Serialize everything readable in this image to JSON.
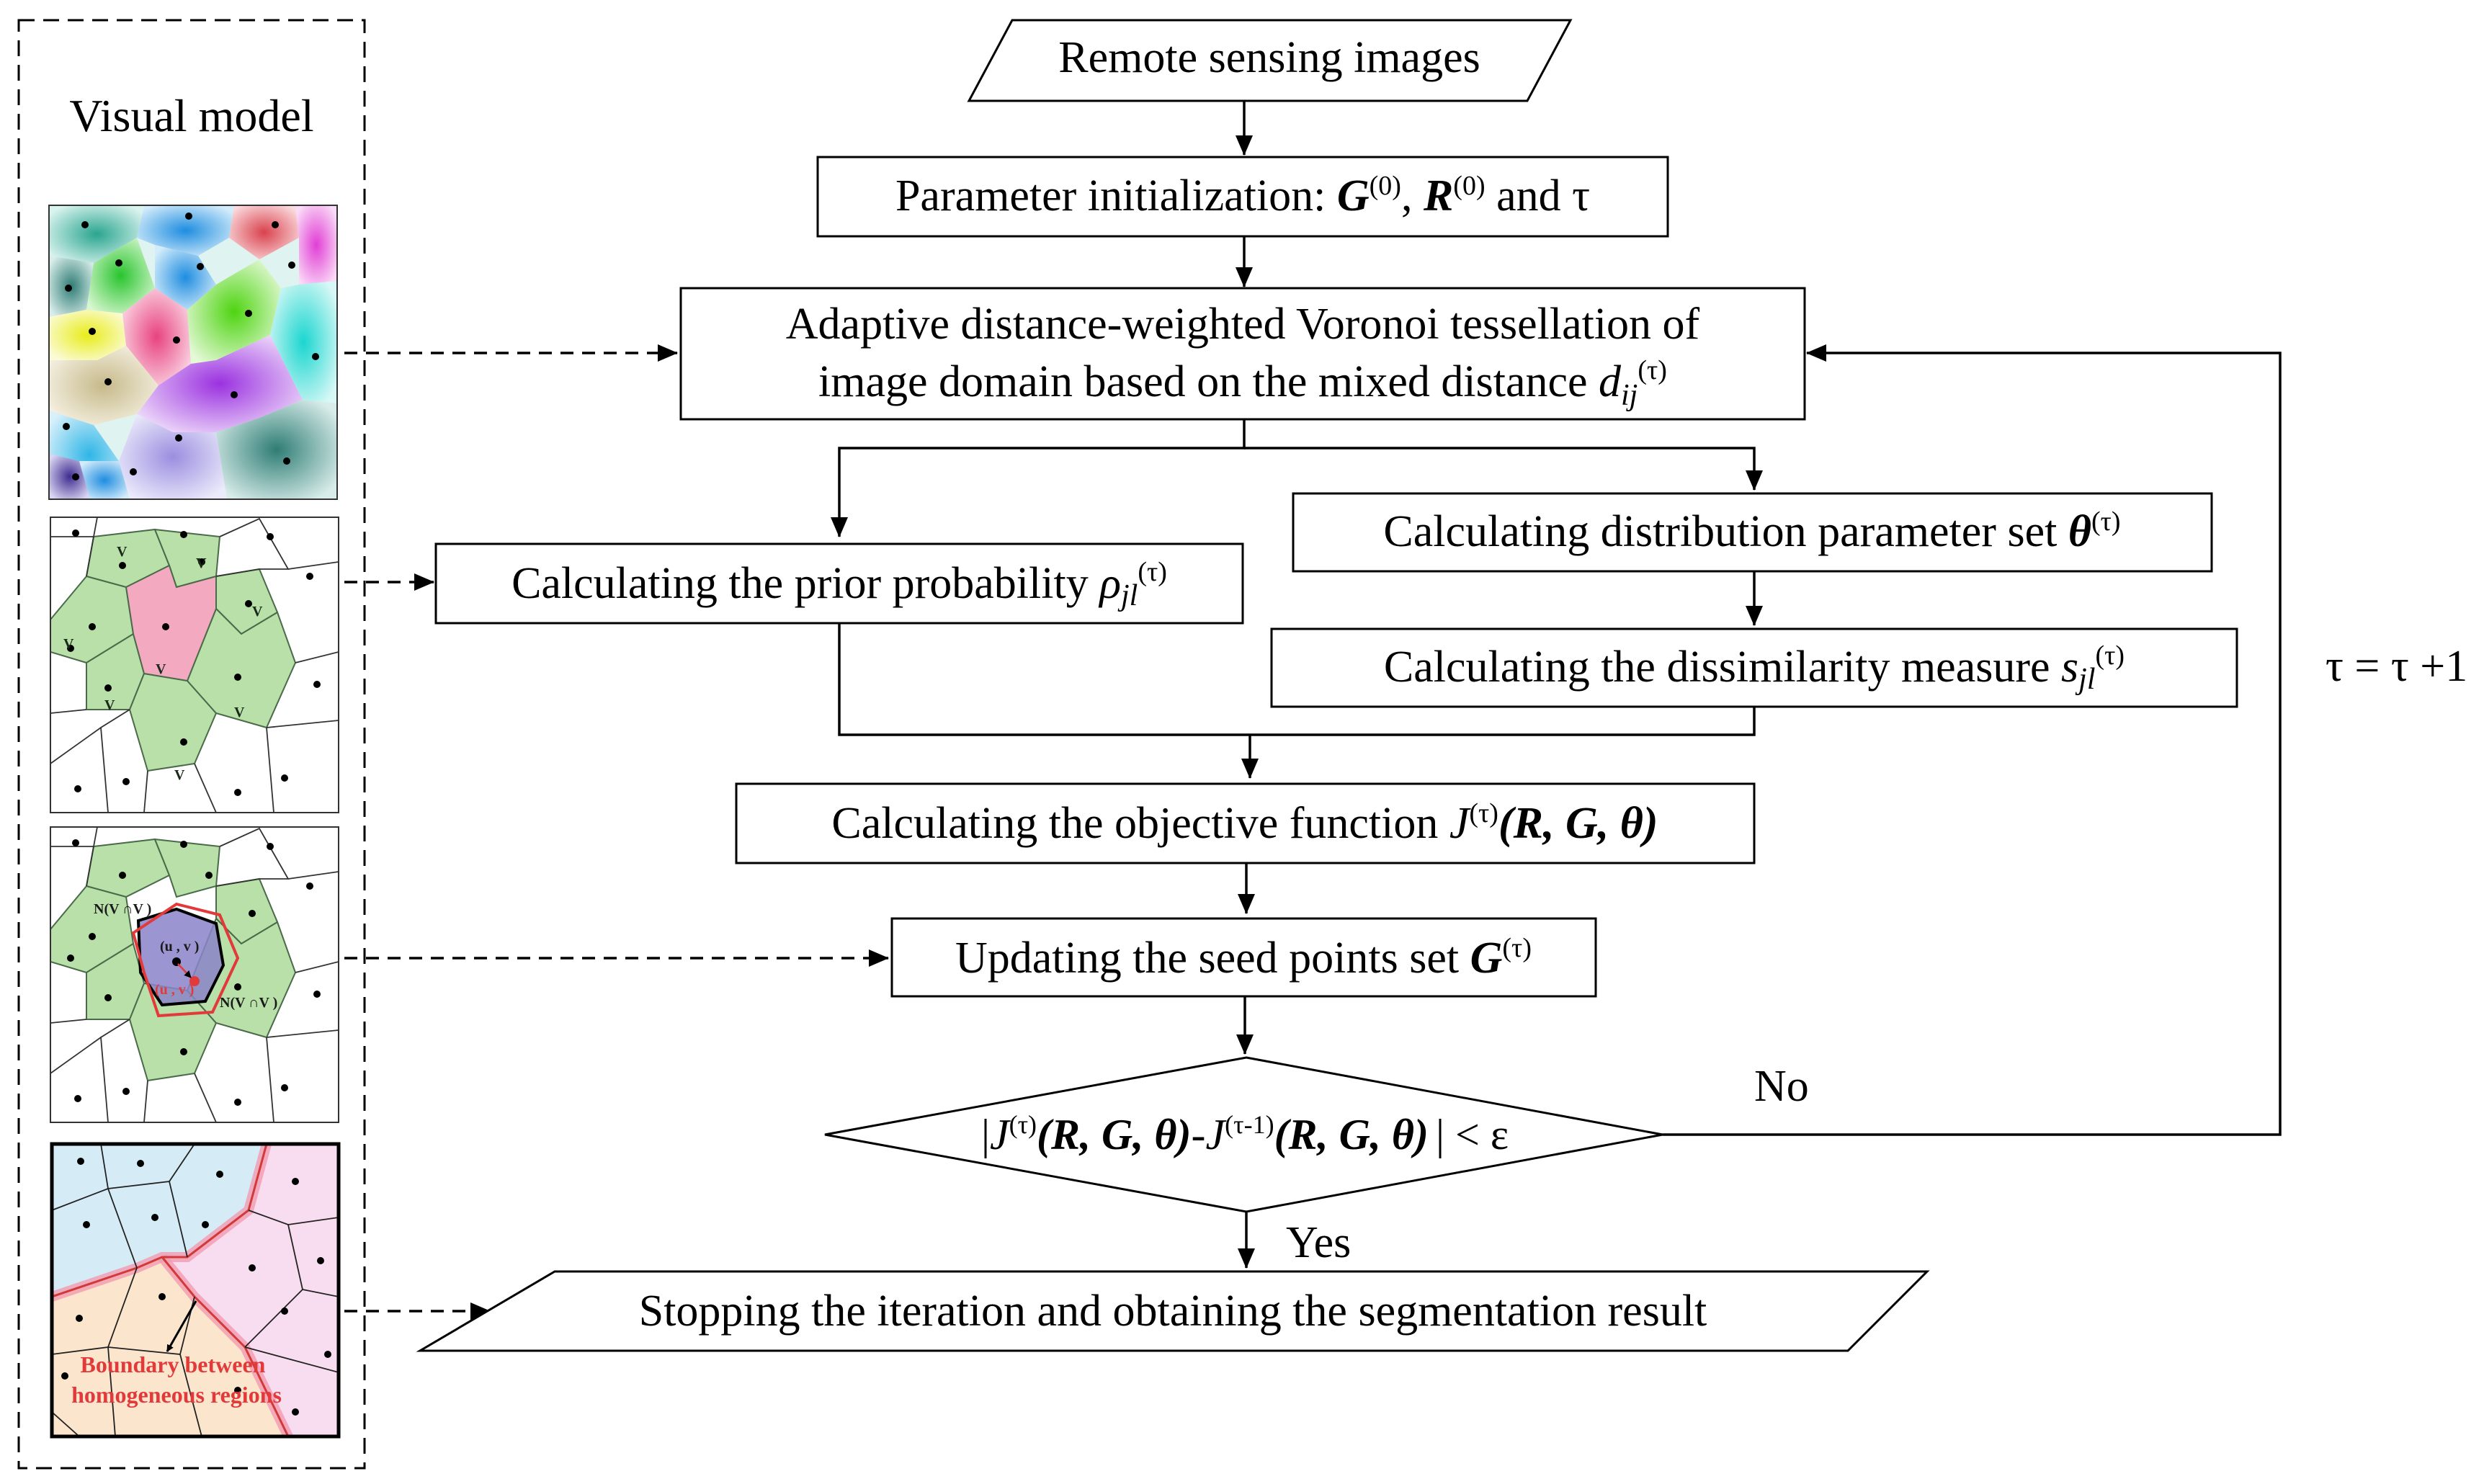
{
  "visual_model": {
    "title": "Visual model",
    "panel2_cells": [
      "V",
      "V",
      "V",
      "V",
      "V",
      "V",
      "V",
      "V"
    ],
    "panel3_labels": {
      "top": "N(V ∩V )",
      "center_black": "(u , v )",
      "center_red": "(u , v )",
      "right": "N(V ∩V )"
    },
    "panel4_note_line1": "Boundary between",
    "panel4_note_line2": "homogeneous regions",
    "colors": {
      "green_region": "#b8e0a8",
      "pink_center": "#f3a9bf",
      "purple_seed": "#a89cd6",
      "red_boundary": "#e23a3a",
      "panel4_blue": "#d5ecf6",
      "panel4_pink": "#f8dcef",
      "panel4_peach": "#fbe5cd"
    }
  },
  "flowchart": {
    "input": "Remote sensing images",
    "init": {
      "text": "Parameter initialization: ",
      "g": "G",
      "g_sup": "(0)",
      "sep": ", ",
      "r": "R",
      "r_sup": "(0)",
      "tail": " and τ"
    },
    "voronoi_line1": "Adaptive distance-weighted Voronoi tessellation of",
    "voronoi_line2": "image domain based on the mixed distance ",
    "voronoi_sym": "d",
    "voronoi_sub": "ij",
    "voronoi_sup": "(τ)",
    "prior": {
      "text": "Calculating the prior probability ",
      "sym": "ρ",
      "sub": "jl",
      "sup": "(τ)"
    },
    "distribution": {
      "text": "Calculating distribution parameter set ",
      "sym": "θ",
      "sup": "(τ)"
    },
    "dissimilarity": {
      "text": "Calculating the dissimilarity measure ",
      "sym": "s",
      "sub": "jl",
      "sup": "(τ)"
    },
    "objective": {
      "text": "Calculating the objective function ",
      "sym": "J",
      "sup": "(τ)",
      "args": "(R, G, θ)"
    },
    "update": {
      "text": "Updating the seed points set ",
      "sym": "G",
      "sup": "(τ)"
    },
    "decision": {
      "bar": "|",
      "j1": "J",
      "sup1": "(τ)",
      "args1": "(R, G, θ)",
      "minus": "-",
      "j2": "J",
      "sup2": "(τ-1)",
      "args2": "(R, G, θ)",
      "tail": "| < ε"
    },
    "stop": "Stopping the iteration and obtaining the segmentation result",
    "no_label": "No",
    "yes_label": "Yes",
    "loop_label": "τ = τ +1"
  }
}
